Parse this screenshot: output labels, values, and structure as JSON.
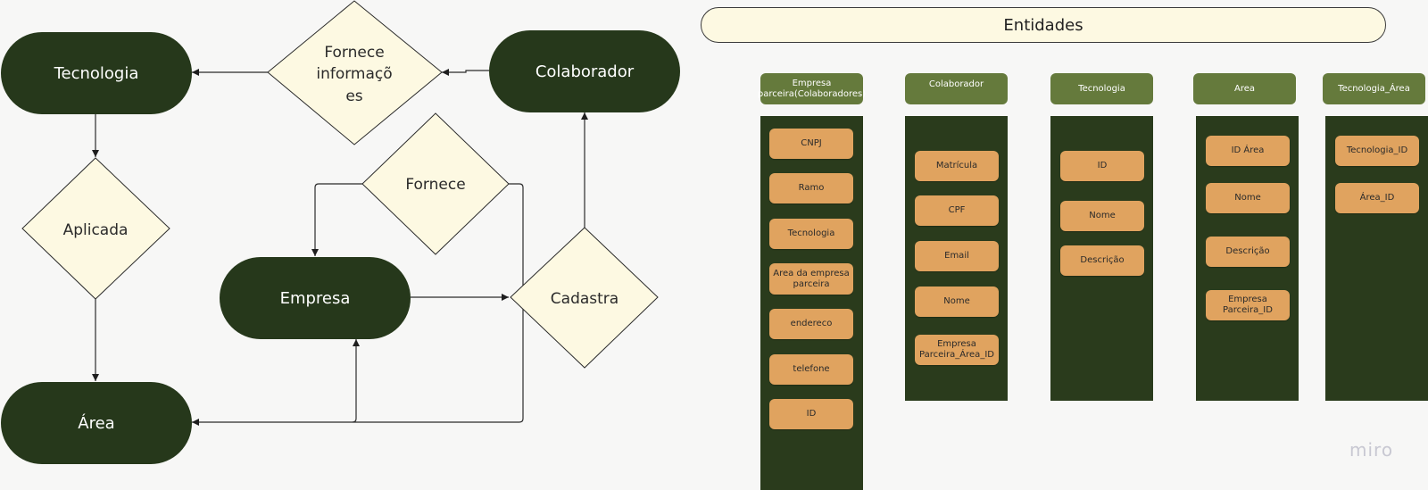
{
  "colors": {
    "background": "#f7f7f6",
    "entity_fill": "#26381b",
    "relation_fill": "#fdf9e2",
    "header_fill": "#657a3c",
    "column_fill": "#2a3b1c",
    "attribute_fill": "#e0a35f"
  },
  "diagram": {
    "entities": {
      "tecnologia": "Tecnologia",
      "colaborador": "Colaborador",
      "empresa": "Empresa",
      "area": "Área"
    },
    "relations": {
      "fornece_info_line1": "Fornece",
      "fornece_info_line2": "informaçõ",
      "fornece_info_line3": "es",
      "aplicada": "Aplicada",
      "fornece": "Fornece",
      "cadastra": "Cadastra"
    }
  },
  "entities_panel": {
    "title": "Entidades",
    "tables": [
      {
        "header": "Empresa parceira(Colaboradores)",
        "attributes": [
          "CNPJ",
          "Ramo",
          "Tecnologia",
          "Area da empresa parceira",
          "endereco",
          "telefone",
          "ID"
        ]
      },
      {
        "header": "Colaborador",
        "attributes": [
          "Matrícula",
          "CPF",
          "Email",
          "Nome",
          "Empresa Parceira_Área_ID"
        ]
      },
      {
        "header": "Tecnologia",
        "attributes": [
          "ID",
          "Nome",
          "Descrição"
        ]
      },
      {
        "header": "Area",
        "attributes": [
          "ID Área",
          "Nome",
          "Descrição",
          "Empresa Parceira_ID"
        ]
      },
      {
        "header": "Tecnologia_Área",
        "attributes": [
          "Tecnologia_ID",
          "Área_ID"
        ]
      }
    ]
  },
  "watermark": "miro"
}
